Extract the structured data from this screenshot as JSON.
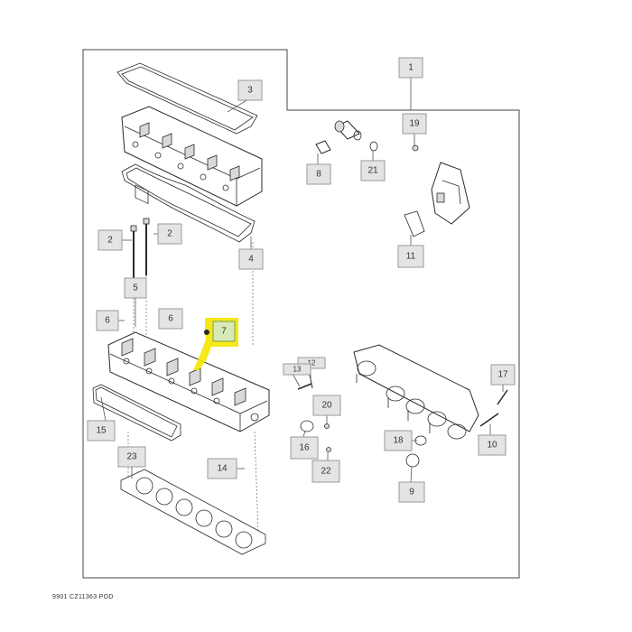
{
  "diagram": {
    "footer_code": "9901 CZ11363 POD",
    "highlight_color": "#f5e600",
    "highlighted_callout": "7",
    "callouts": {
      "c1": "1",
      "c2a": "2",
      "c2b": "2",
      "c3": "3",
      "c4": "4",
      "c5": "5",
      "c6a": "6",
      "c6b": "6",
      "c7": "7",
      "c8": "8",
      "c9": "9",
      "c10": "10",
      "c11": "11",
      "c12": "12",
      "c13": "13",
      "c14": "14",
      "c15": "15",
      "c16": "16",
      "c17": "17",
      "c18": "18",
      "c19": "19",
      "c20": "20",
      "c21": "21",
      "c22": "22",
      "c23": "23"
    }
  }
}
